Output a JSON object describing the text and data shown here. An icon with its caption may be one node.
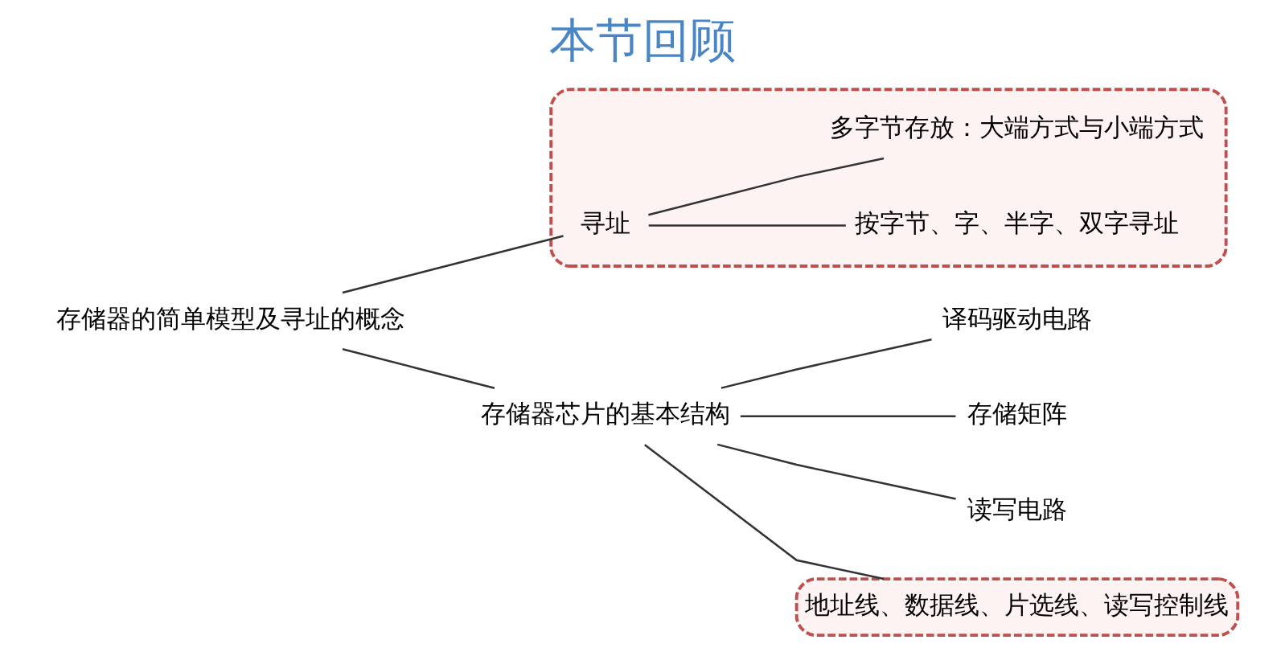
{
  "diagram": {
    "title": "本节回顾",
    "nodes": [
      {
        "text": [
          "存储器的简单模型及寻址的概念"
        ]
      },
      {
        "text": [
          "存储器芯片的基本结构"
        ]
      },
      {
        "text": [
          "译码驱动电路"
        ]
      },
      {
        "text": [
          "存储矩阵"
        ]
      },
      {
        "text": [
          "读写电路"
        ]
      },
      {
        "text": [
          "地址线、数据线、片选线、读写控制线"
        ]
      },
      {
        "text": [],
        "shape": "box"
      },
      {
        "text": [
          "寻址"
        ],
        "in": 6
      },
      {
        "text": [
          "按字节、字、半字、双字寻址"
        ],
        "in": 6
      },
      {
        "text": [
          "多字节存放：大端方式与小端方式"
        ],
        "in": 6
      }
    ],
    "edges": [
      {
        "from": 0,
        "to": 1,
        "arrow": "none"
      },
      {
        "from": 0,
        "to": 7,
        "arrow": "none"
      },
      {
        "from": 1,
        "to": 2,
        "arrow": "none"
      },
      {
        "from": 1,
        "to": 3,
        "arrow": "none"
      },
      {
        "from": 1,
        "to": 4,
        "arrow": "none"
      },
      {
        "from": 1,
        "to": 5,
        "arrow": "none"
      },
      {
        "from": 7,
        "to": 8,
        "arrow": "none"
      },
      {
        "from": 7,
        "to": 9,
        "arrow": "none"
      }
    ]
  }
}
